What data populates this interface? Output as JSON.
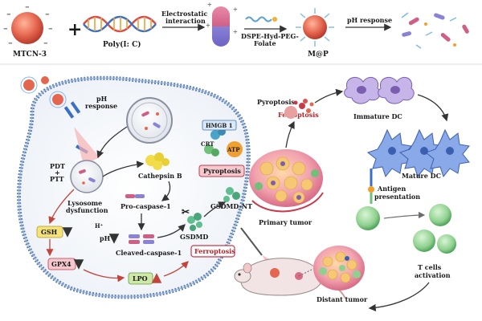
{
  "top_row": {
    "mtcn_label": "MTCN-3",
    "plus_sign": "+",
    "polyic_label": "Poly(I: C)",
    "electrostatic_label_1": "Electrostatic",
    "electrostatic_label_2": "interaction",
    "dspe_label_1": "DSPE-Hyd-PEG-",
    "dspe_label_2": "Folate",
    "map_label": "M@P",
    "ph_response_label": "pH response"
  },
  "cell": {
    "ph_response_1": "pH",
    "ph_response_2": "response",
    "pdt": "PDT",
    "plus": "+",
    "ptt": "PTT",
    "lysosome_1": "Lysosome",
    "lysosome_2": "dysfunction",
    "h_plus": "H⁺",
    "ph_down": "pH",
    "cathepsin": "Cathepsin B",
    "pro_caspase": "Pro-caspase-1",
    "cleaved_caspase": "Cleaved-caspase-1",
    "gsdmd": "GSDMD",
    "gsdmd_nt": "GSDMD-NT",
    "gsh": "GSH",
    "gpx4": "GPX4",
    "lpo": "LPO",
    "pyroptosis_box": "Pyroptosis",
    "ferroptosis_box": "Ferroptosis",
    "hmgb1": "HMGB 1",
    "crt": "CRT",
    "atp": "ATP"
  },
  "immune": {
    "pyroptosis": "Pyroptosis",
    "ferroptosis": "Ferroptosis",
    "immature_dc": "Immature DC",
    "mature_dc": "Mature DC",
    "antigen_1": "Antigen",
    "antigen_2": "presentation",
    "primary_tumor": "Primary tumor",
    "t_cells_1": "T cells",
    "t_cells_2": "activation",
    "distant_tumor": "Distant tumor"
  },
  "colors": {
    "accent_red": "#b0252a",
    "membrane_blue": "#5b7fb5",
    "box_yellow": "#f4e27a",
    "box_pink": "#f6c9cf",
    "box_green": "#cfe8a8",
    "dc_purple": "#7a5fb0",
    "t_cell_green": "#8fd08f"
  }
}
